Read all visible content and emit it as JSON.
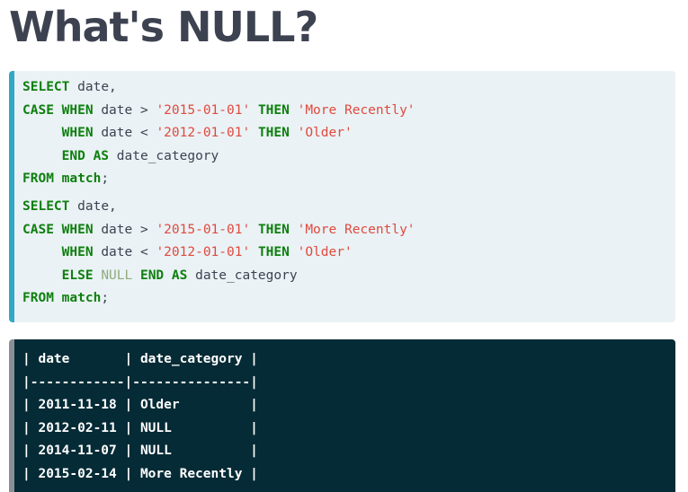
{
  "title": "What's NULL?",
  "query1": {
    "select": "SELECT",
    "date_comma": "date,",
    "case": "CASE",
    "when": "WHEN",
    "date": "date",
    "gt": ">",
    "lt": "<",
    "date_2015": "'2015-01-01'",
    "date_2012": "'2012-01-01'",
    "then": "THEN",
    "more_recently": "'More Recently'",
    "older": "'Older'",
    "end_as": "END AS",
    "alias": "date_category",
    "from": "FROM",
    "table": "match",
    "semicolon": ";"
  },
  "query2": {
    "select": "SELECT",
    "date_comma": "date,",
    "case": "CASE",
    "when": "WHEN",
    "date": "date",
    "gt": ">",
    "lt": "<",
    "date_2015": "'2015-01-01'",
    "date_2012": "'2012-01-01'",
    "then": "THEN",
    "more_recently": "'More Recently'",
    "older": "'Older'",
    "else": "ELSE",
    "null": "NULL",
    "end_as": "END AS",
    "alias": "date_category",
    "from": "FROM",
    "table": "match",
    "semicolon": ";"
  },
  "result": {
    "lines": [
      "| date       | date_category |",
      "|------------|---------------|",
      "| 2011-11-18 | Older         |",
      "| 2012-02-11 | NULL          |",
      "| 2014-11-07 | NULL          |",
      "| 2015-02-14 | More Recently |"
    ]
  },
  "colors": {
    "keyword": "#0e7f0e",
    "string": "#e04a3f",
    "null_literal": "#8fac7c",
    "text": "#3d4251",
    "code_bg": "#eaf2f5",
    "code_accent": "#33a7c6",
    "result_bg": "#052b36",
    "result_accent": "#8a8f94"
  }
}
